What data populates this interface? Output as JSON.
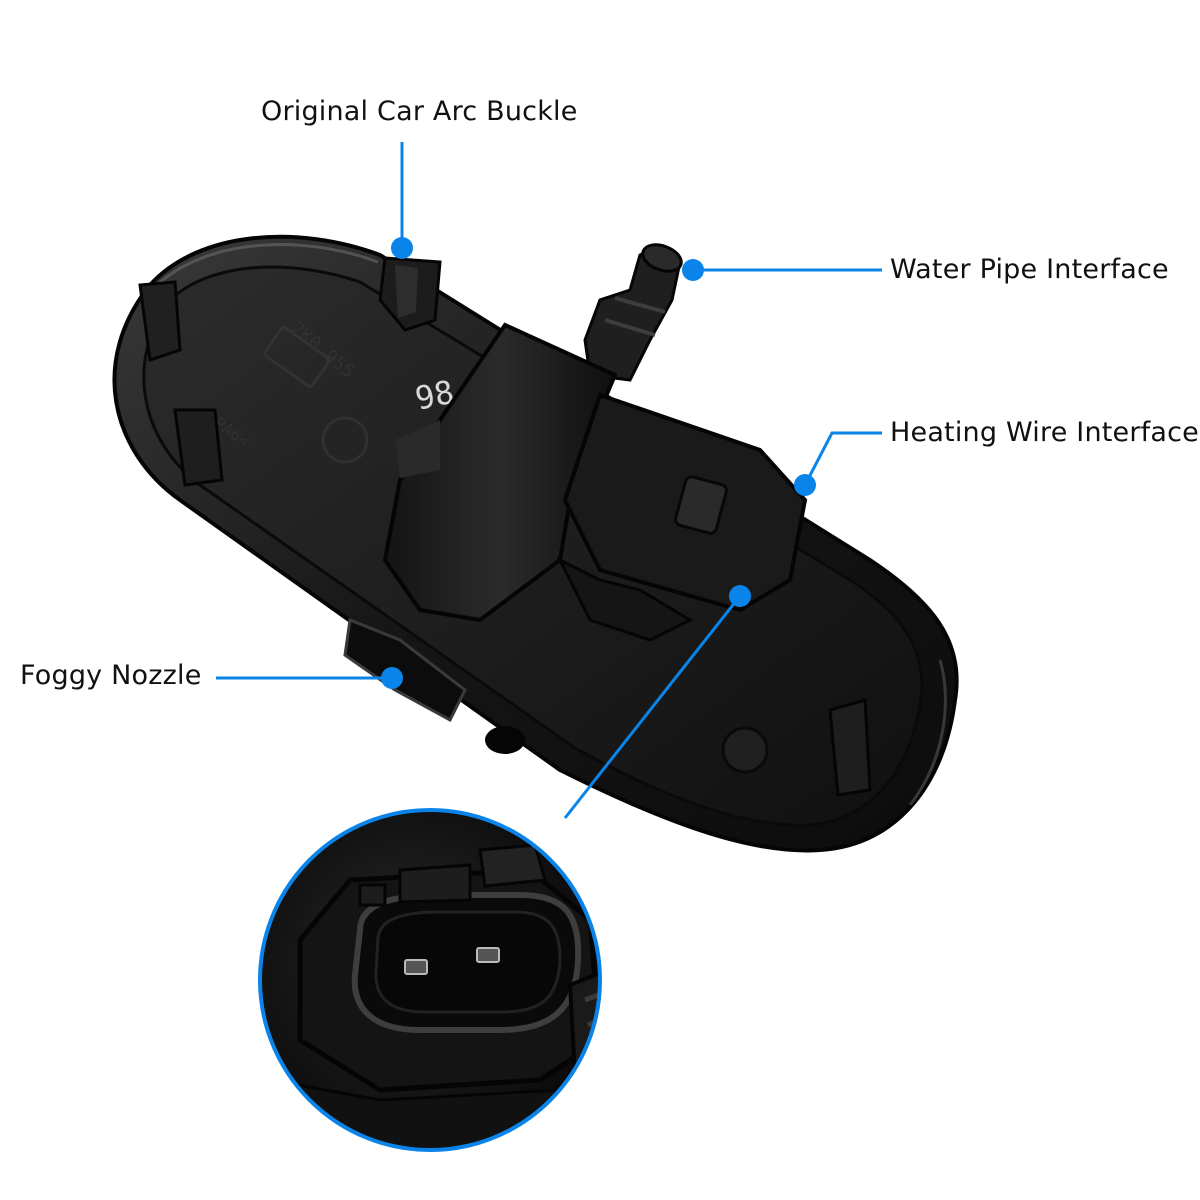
{
  "annotations": {
    "buckle": "Original Car Arc Buckle",
    "water_pipe": "Water Pipe Interface",
    "heating_wire": "Heating Wire Interface",
    "foggy_nozzle": "Foggy Nozzle"
  },
  "part_markings": {
    "number": "98"
  },
  "colors": {
    "accent": "#0a84e8",
    "product": "#1a1a1a",
    "background": "#ffffff"
  }
}
